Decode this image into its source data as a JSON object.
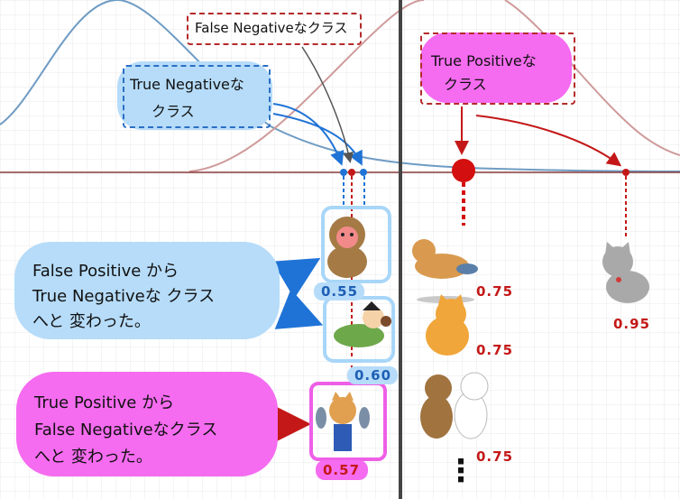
{
  "labels": {
    "false_negative_class": "False Negativeなクラス",
    "true_negative_class_line1": "True Negativeな",
    "true_negative_class_line2": "クラス",
    "true_positive_class_line1": "True Positiveな",
    "true_positive_class_line2": "クラス"
  },
  "notes": {
    "fp_to_tn": [
      "False Positive から",
      "True Negativeな クラス",
      "へと 変わった。"
    ],
    "tp_to_fn": [
      "True Positive から",
      "False Negativeなクラス",
      "へと 変わった。"
    ]
  },
  "scores": {
    "monkey": "0.55",
    "fisherman": "0.60",
    "blue_shirt_cat": "0.57",
    "cat_fish": "0.75",
    "cat_sitting": "0.75",
    "cat_pair": "0.75",
    "gray_cat": "0.95"
  },
  "ellipsis": "⋮",
  "colors": {
    "blue_curve": "#6f9cc4",
    "red_curve": "#cf9a9a",
    "threshold_line": "#444444",
    "blue_cloud": "#b6dcf9",
    "pink_cloud": "#f56cf0",
    "score_blue": "#1e5fb5",
    "score_red": "#c41818"
  },
  "icons": [
    "monkey-icon",
    "fisherman-icon",
    "fish-vendor-cat-icon",
    "cat-with-fish-icon",
    "tabby-cat-icon",
    "cat-pair-icon",
    "gray-cat-icon"
  ]
}
